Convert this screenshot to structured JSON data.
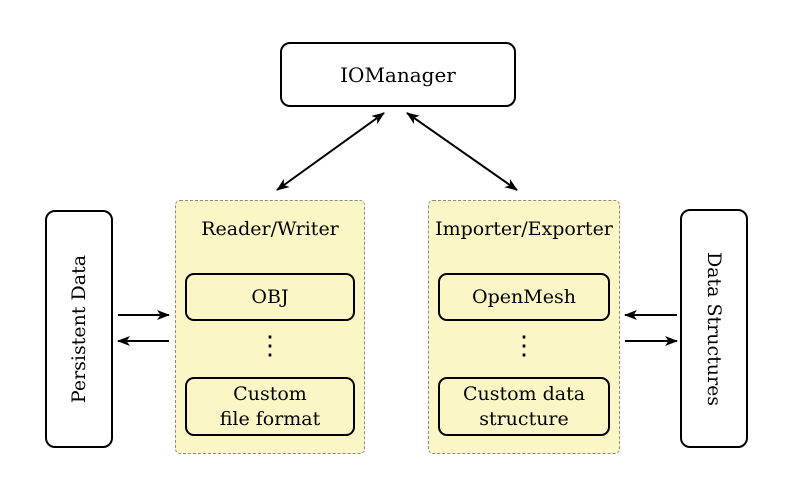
{
  "colors": {
    "page_bg": "#FFFFFF",
    "group_fill": "#FBF6C5",
    "group_border": "#8A8A8A",
    "box_fill": "#FFFFFF",
    "line": "#000000"
  },
  "io_manager": {
    "label": "IOManager"
  },
  "reader_writer": {
    "title": "Reader/Writer",
    "ellipsis": "⋮",
    "items": [
      {
        "label": "OBJ"
      },
      {
        "label": "Custom\nfile format"
      }
    ]
  },
  "importer_exporter": {
    "title": "Importer/Exporter",
    "ellipsis": "⋮",
    "items": [
      {
        "label": "OpenMesh"
      },
      {
        "label": "Custom data\nstructure"
      }
    ]
  },
  "persistent_data": {
    "label": "Persistent Data"
  },
  "data_structures": {
    "label": "Data Structures"
  }
}
